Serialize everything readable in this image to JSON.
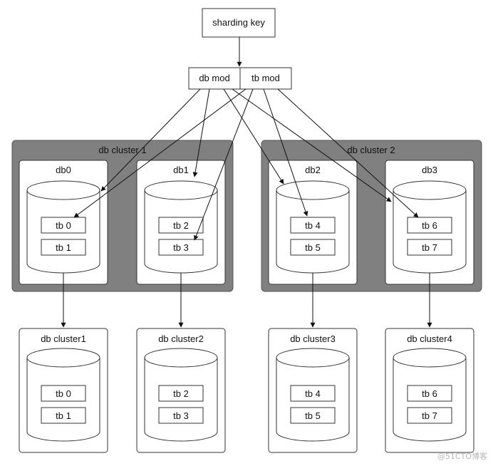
{
  "sharding_key": "sharding key",
  "mods": {
    "db": "db mod",
    "tb": "tb mod"
  },
  "clusters": [
    {
      "label": "db cluster 1",
      "dbs": [
        {
          "label": "db0",
          "tables": [
            "tb 0",
            "tb 1"
          ]
        },
        {
          "label": "db1",
          "tables": [
            "tb 2",
            "tb 3"
          ]
        }
      ]
    },
    {
      "label": "db cluster 2",
      "dbs": [
        {
          "label": "db2",
          "tables": [
            "tb 4",
            "tb 5"
          ]
        },
        {
          "label": "db3",
          "tables": [
            "tb 6",
            "tb 7"
          ]
        }
      ]
    }
  ],
  "bottom": [
    {
      "label": "db cluster1",
      "tables": [
        "tb 0",
        "tb 1"
      ]
    },
    {
      "label": "db cluster2",
      "tables": [
        "tb 2",
        "tb 3"
      ]
    },
    {
      "label": "db cluster3",
      "tables": [
        "tb 4",
        "tb 5"
      ]
    },
    {
      "label": "db cluster4",
      "tables": [
        "tb 6",
        "tb 7"
      ]
    }
  ],
  "watermark": "@51CTO博客",
  "colors": {
    "cluster_fill": "#808080",
    "stroke": "#333333",
    "background": "#ffffff"
  }
}
